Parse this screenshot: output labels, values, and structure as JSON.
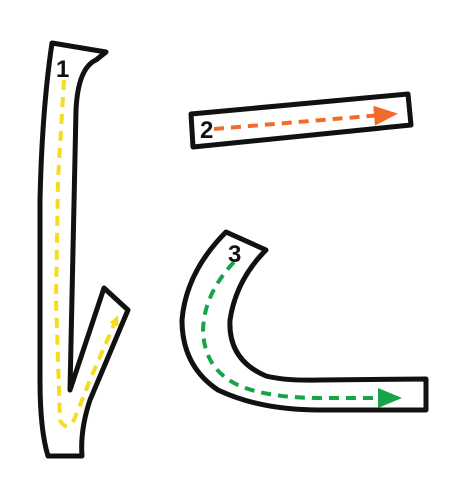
{
  "strokes": [
    {
      "number": "1",
      "guide_color": "#f5dc1e",
      "direction": "down-then-flick-up-right"
    },
    {
      "number": "2",
      "guide_color": "#f26b2a",
      "direction": "left-to-right"
    },
    {
      "number": "3",
      "guide_color": "#17a34a",
      "direction": "down-curve-then-right"
    }
  ],
  "colors": {
    "outline": "#111111",
    "fill": "#ffffff",
    "background": "#ffffff"
  }
}
